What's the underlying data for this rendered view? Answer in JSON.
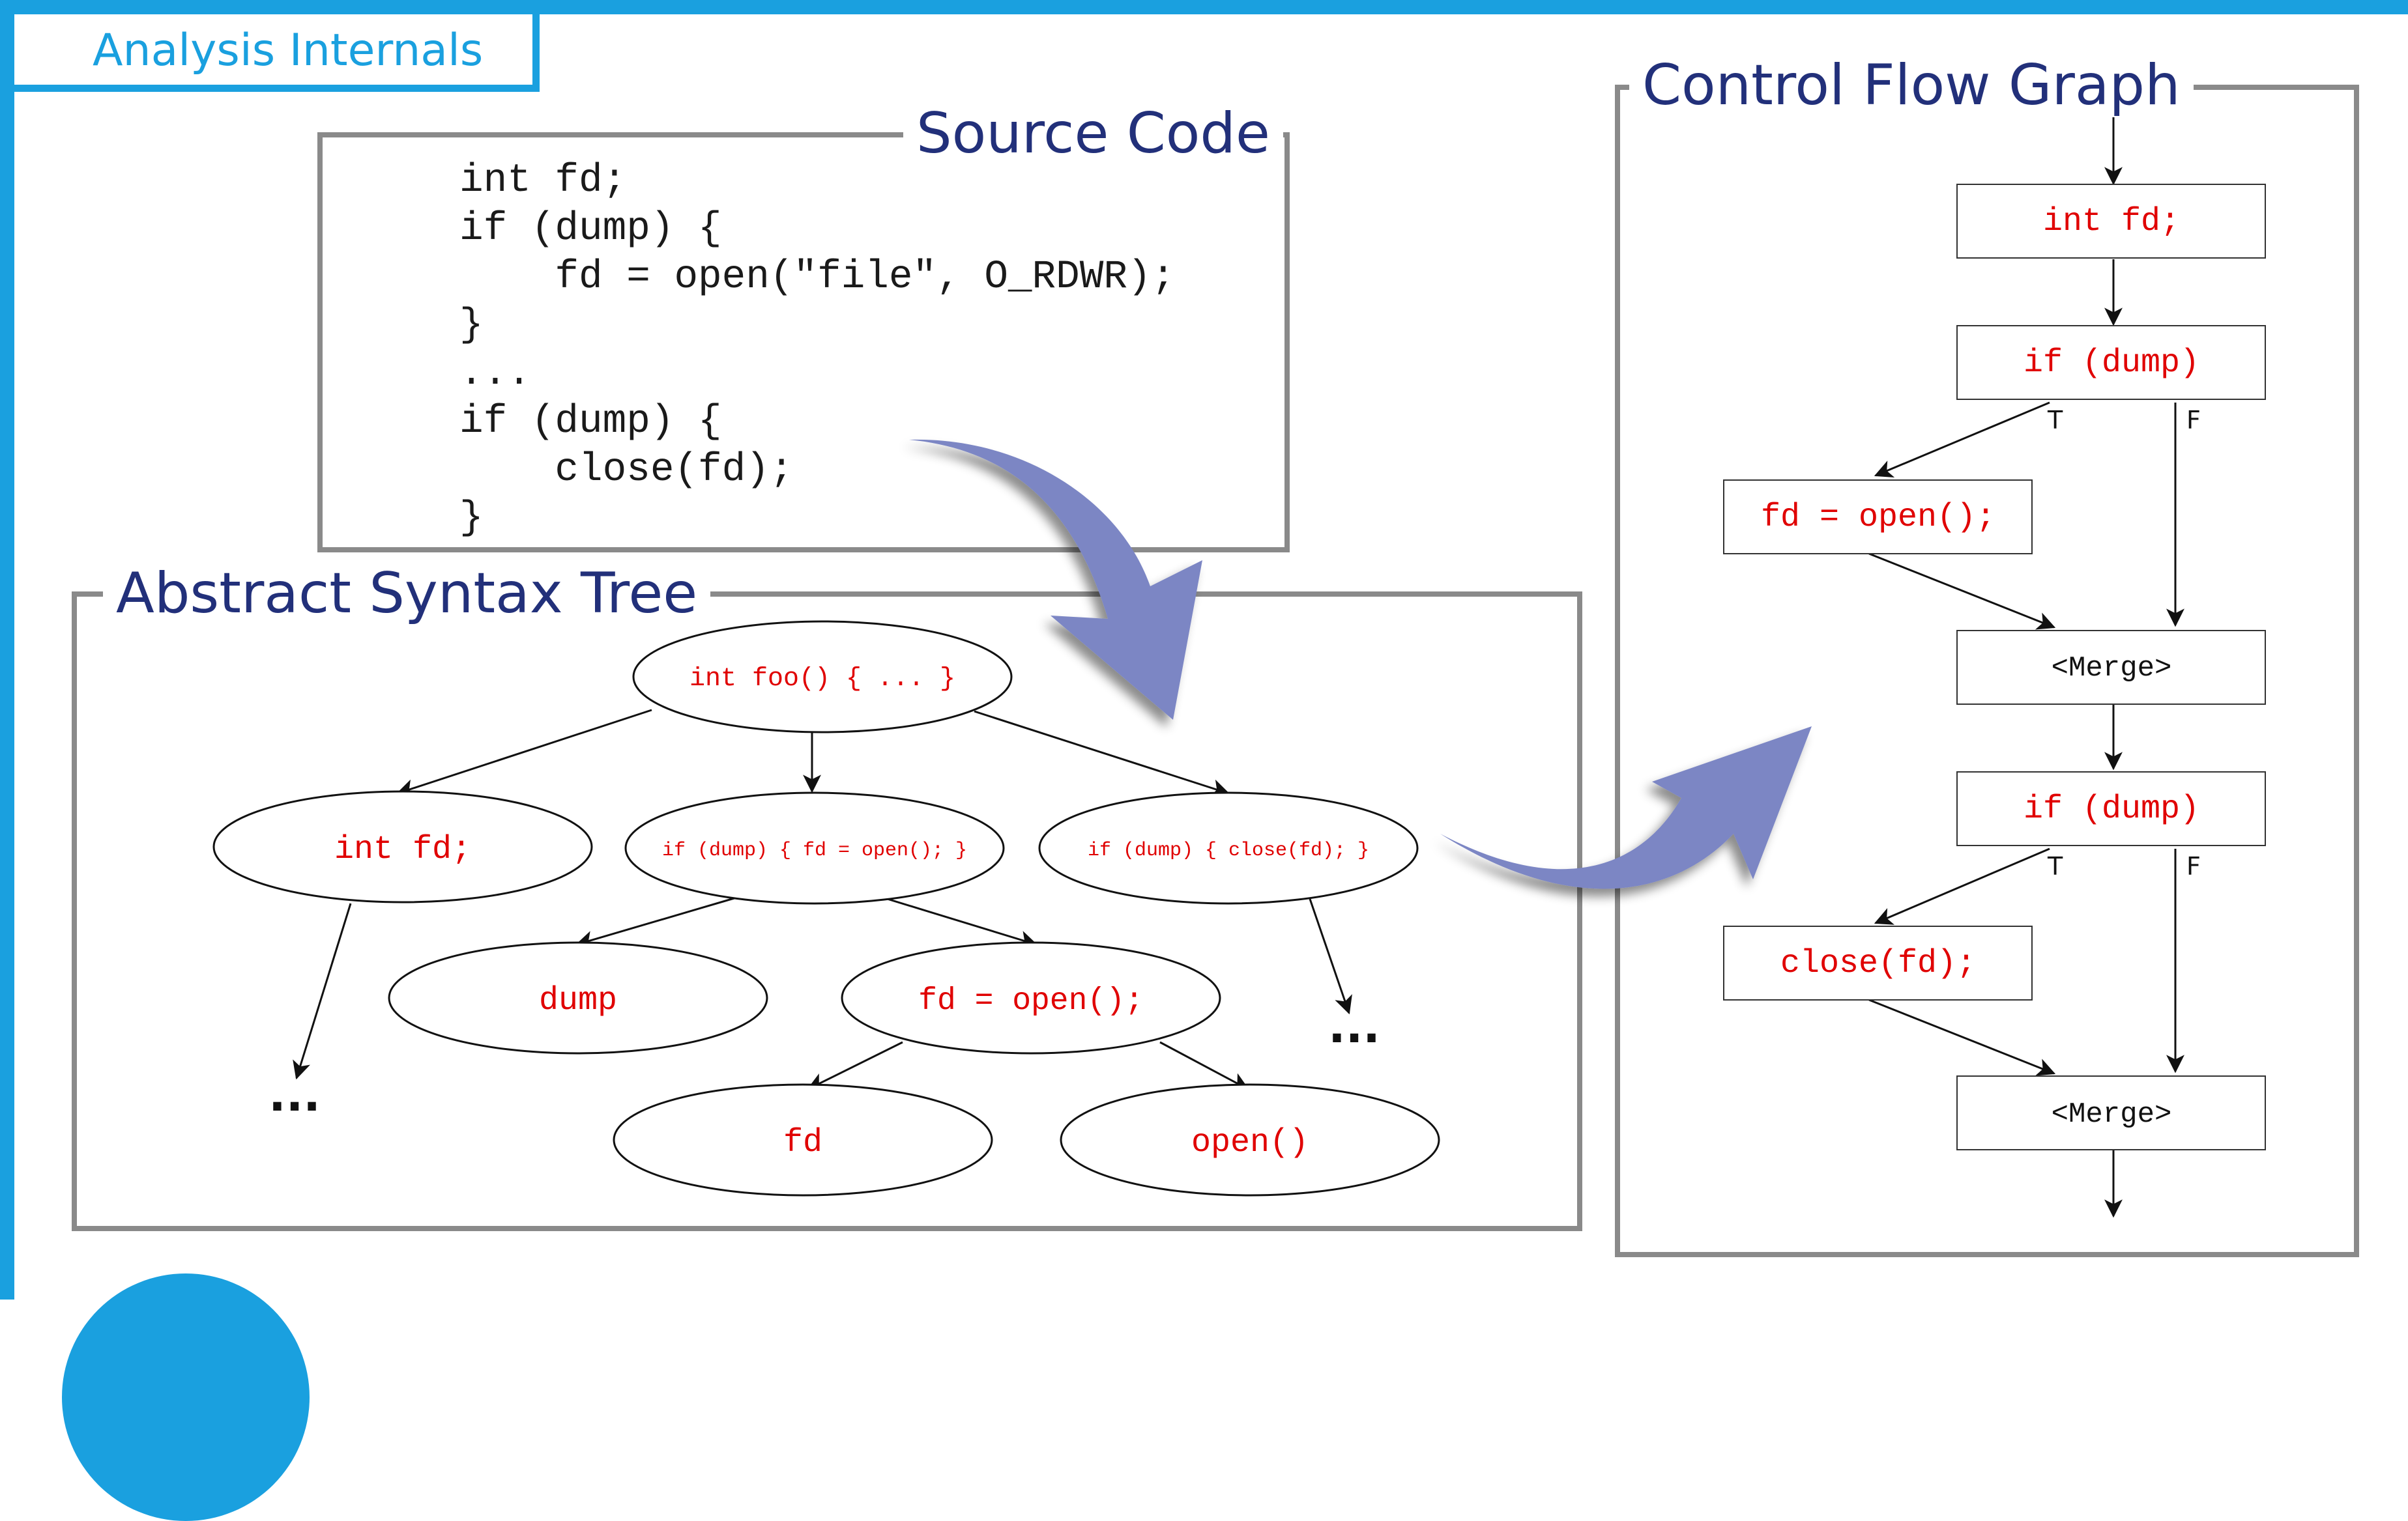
{
  "tab": {
    "label": "Analysis Internals"
  },
  "source_code": {
    "title": "Source Code",
    "lines": [
      "int fd;",
      "if (dump) {",
      "    fd = open(\"file\", O_RDWR);",
      "}",
      "...",
      "if (dump) {",
      "    close(fd);",
      "}"
    ]
  },
  "ast": {
    "title": "Abstract Syntax Tree",
    "nodes": {
      "root": "int foo() { ... }",
      "int_fd": "int fd;",
      "if_open": "if (dump) { fd = open(); }",
      "if_close": "if (dump) { close(fd); }",
      "dump": "dump",
      "fd_open": "fd = open();",
      "fd": "fd",
      "open_call": "open()"
    },
    "ellipsis_left": "...",
    "ellipsis_right": "..."
  },
  "cfg": {
    "title": "Control Flow Graph",
    "nodes": {
      "int_fd": "int fd;",
      "if_dump_1": "if (dump)",
      "fd_open": "fd = open();",
      "merge_1": "<Merge>",
      "if_dump_2": "if (dump)",
      "close_fd": "close(fd);",
      "merge_2": "<Merge>"
    },
    "edge_true": "T",
    "edge_false": "F"
  },
  "colors": {
    "accent": "#1aa0df",
    "title": "#22307a",
    "code_red": "#e00000",
    "border": "#8a8a8a",
    "arrow": "#7b86c4"
  }
}
